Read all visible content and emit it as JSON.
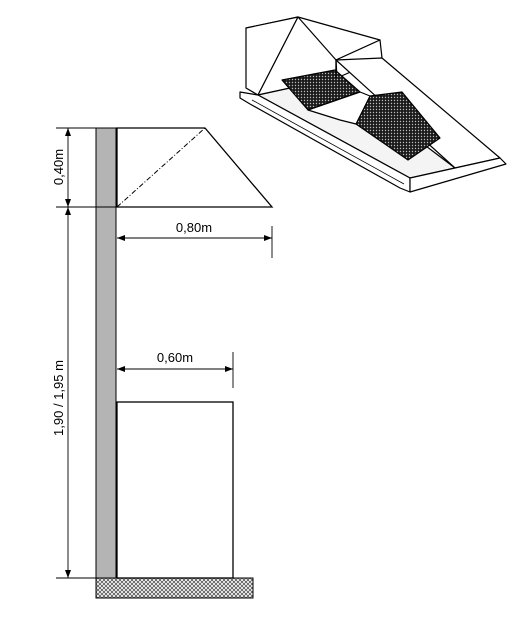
{
  "dimensions": {
    "hood_height": "0,40m",
    "hood_depth": "0,80m",
    "mount_height": "1,90 / 1,95 m",
    "appliance_depth": "0,60m"
  },
  "colors": {
    "wall": "#b4b4b4",
    "line": "#000000",
    "floor_hatch": "#808080",
    "filter_mesh": "#2a2a2a"
  }
}
